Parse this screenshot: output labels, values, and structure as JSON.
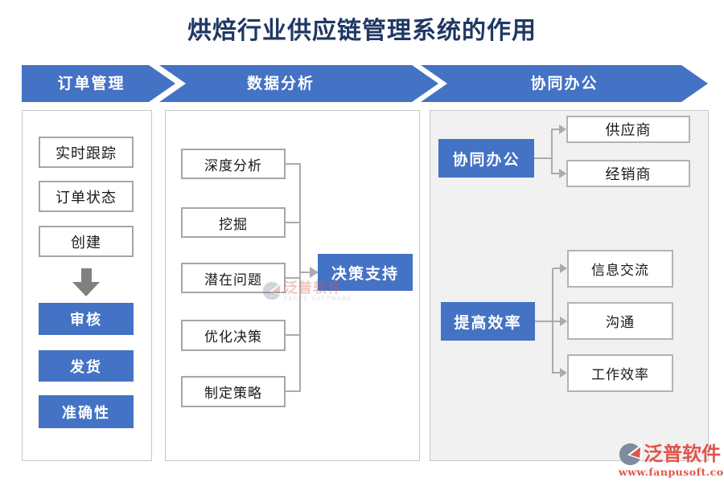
{
  "title": "烘焙行业供应链管理系统的作用",
  "banners": [
    {
      "label": "订单管理"
    },
    {
      "label": "数据分析"
    },
    {
      "label": "协同办公"
    }
  ],
  "order_panel": {
    "steps": [
      "实时跟踪",
      "订单状态",
      "创建"
    ],
    "results": [
      "审核",
      "发货",
      "准确性"
    ]
  },
  "analysis_panel": {
    "inputs": [
      "深度分析",
      "挖掘",
      "潜在问题",
      "优化决策",
      "制定策略"
    ],
    "output": "决策支持"
  },
  "collaboration_panel": {
    "groups": [
      {
        "label": "协同办公",
        "targets": [
          "供应商",
          "经销商"
        ]
      },
      {
        "label": "提高效率",
        "targets": [
          "信息交流",
          "沟通",
          "工作效率"
        ]
      }
    ]
  },
  "watermark_center": {
    "brand": "泛普软件",
    "sub": "FANPU SOFTWARE"
  },
  "watermark_bottom": {
    "brand": "泛普软件",
    "url": "www.fanpusoft.com"
  },
  "colors": {
    "accent_blue": "#4472C4",
    "title_navy": "#1F3864",
    "box_border_gray": "#A6A6A6",
    "panel_border_gray": "#C6C6C6",
    "panel_fill_gray": "#F1F1F1",
    "connector_gray": "#ABABAB",
    "down_arrow_gray": "#808080",
    "brand_red": "#E0544A",
    "logo_slate": "#7D8BA1"
  }
}
